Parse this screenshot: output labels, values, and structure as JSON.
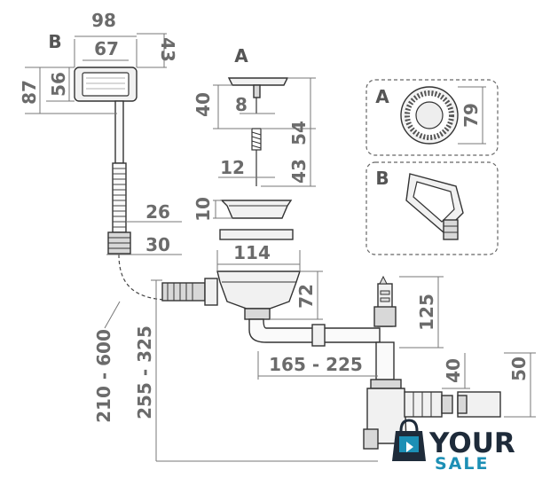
{
  "dimensions": {
    "b_width_outer": "98",
    "b_width_inner": "67",
    "b_height_top": "43",
    "b_height_inner": "56",
    "b_height_outer": "87",
    "a_height": "40",
    "a_stem": "8",
    "a_spring_height": "54",
    "a_spring_width": "12",
    "a_lower_height": "43",
    "strainer_height": "10",
    "overflow_hose_26": "26",
    "overflow_hose_30": "30",
    "drain_width": "114",
    "drain_depth": "72",
    "hose_length": "210 - 600",
    "total_height": "255 - 325",
    "horizontal_range": "165 - 225",
    "outlet_height": "125",
    "trap_40": "40",
    "trap_50": "50"
  },
  "labels": {
    "b_main": "B",
    "a_main": "A",
    "a_detail": "A",
    "a_detail_dim": "79",
    "b_detail": "B"
  },
  "logo": {
    "main": "YOUR",
    "sub": "SALE"
  },
  "colors": {
    "dimension_text": "#6b6b6b",
    "logo_dark": "#1e2b3a",
    "logo_accent": "#1c8fb5"
  },
  "icons": [
    "shopping-bag-icon"
  ]
}
